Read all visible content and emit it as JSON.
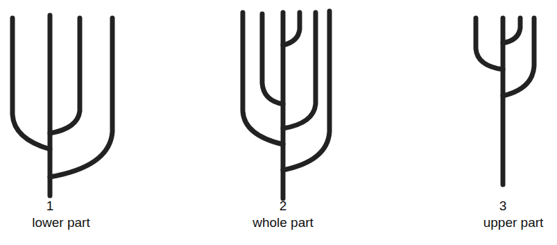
{
  "diagram": {
    "labels": [
      "1",
      "lower part",
      "2",
      "whole part",
      "3",
      "upper part"
    ]
  }
}
